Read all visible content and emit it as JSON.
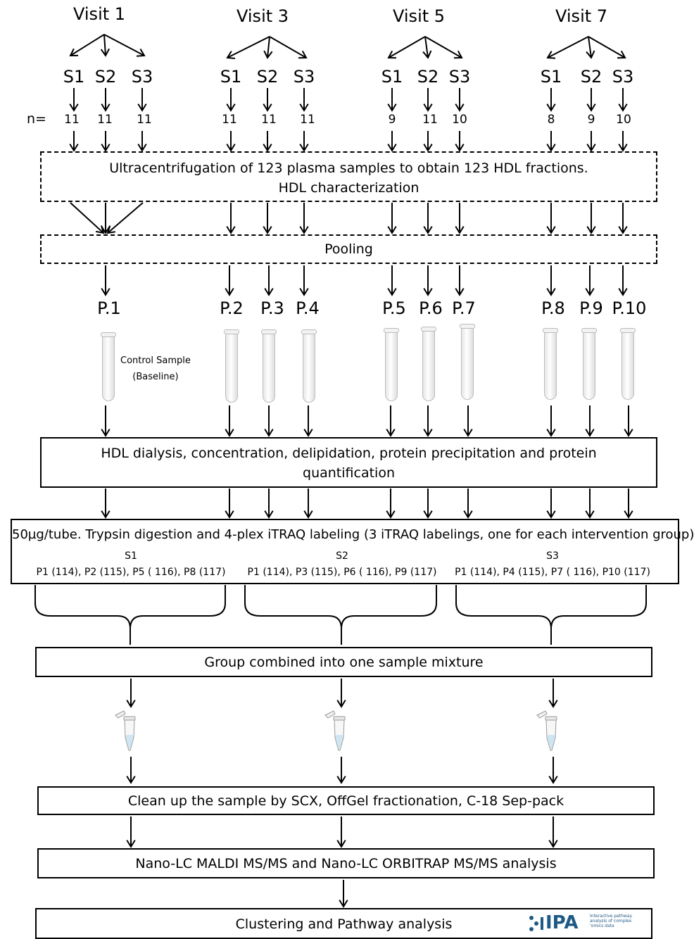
{
  "visits": [
    "Visit 1",
    "Visit 3",
    "Visit 5",
    "Visit 7"
  ],
  "subgroup_labels": [
    "S1",
    "S2",
    "S3"
  ],
  "n_label": "n=",
  "n_values": [
    "11",
    "11",
    "11",
    "11",
    "11",
    "11",
    "9",
    "11",
    "10",
    "8",
    "9",
    "10"
  ],
  "ultracentrifugation": {
    "line1": "Ultracentrifugation of 123 plasma samples to obtain 123 HDL fractions.",
    "line2": "HDL characterization"
  },
  "pooling": "Pooling",
  "pools": [
    "P.1",
    "P.2",
    "P.3",
    "P.4",
    "P.5",
    "P.6",
    "P.7",
    "P.8",
    "P.9",
    "P.10"
  ],
  "control_sample": {
    "line1": "Control Sample",
    "line2": "(Baseline)"
  },
  "dialysis": {
    "line1": "HDL dialysis, concentration, delipidation, protein precipitation and protein",
    "line2": "quantification"
  },
  "itraq": {
    "title": "50µg/tube. Trypsin digestion and 4-plex iTRAQ labeling (3 iTRAQ labelings, one for each intervention group)",
    "groups": [
      {
        "name": "S1",
        "samples": "P1 (114), P2 (115), P5 ( 116), P8 (117)"
      },
      {
        "name": "S2",
        "samples": "P1 (114), P3 (115), P6 ( 116), P9 (117)"
      },
      {
        "name": "S3",
        "samples": "P1 (114), P4 (115), P7 ( 116), P10 (117)"
      }
    ]
  },
  "combined": "Group combined into one sample mixture",
  "cleanup": "Clean up the sample by SCX, OffGel fractionation, C-18 Sep-pack",
  "analysis": "Nano-LC MALDI MS/MS and Nano-LC ORBITRAP MS/MS analysis",
  "clustering": "Clustering and Pathway analysis",
  "ipa_logo": {
    "text": "IPA",
    "tagline": "Interactive pathway analysis of complex 'omics data"
  }
}
